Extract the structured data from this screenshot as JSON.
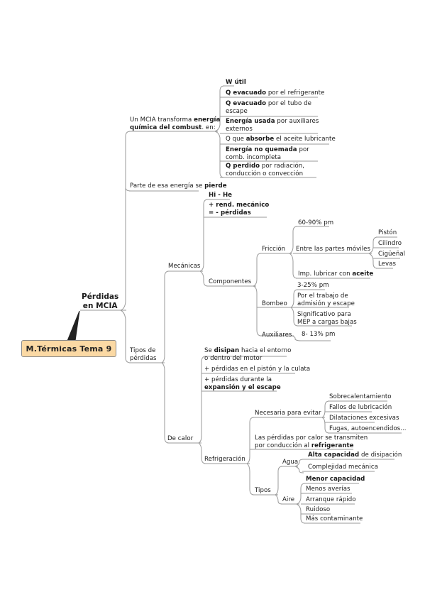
{
  "root": "M.Térmicas Tema 9",
  "central": "Pérdidas\nen MCIA",
  "branches": {
    "transforma": {
      "label_parts": [
        {
          "t": "Un MCIA transforma ",
          "b": false
        },
        {
          "t": "energía",
          "b": true
        },
        {
          "t": "\n",
          "b": false
        },
        {
          "t": "química del combust",
          "b": true
        },
        {
          "t": ". en:",
          "b": false
        }
      ],
      "items": [
        [
          {
            "t": "W útil",
            "b": true
          }
        ],
        [
          {
            "t": "Q evacuado",
            "b": true
          },
          {
            "t": " por el refrigerante",
            "b": false
          }
        ],
        [
          {
            "t": "Q evacuado",
            "b": true
          },
          {
            "t": " por el tubo de\nescape",
            "b": false
          }
        ],
        [
          {
            "t": "Energía usada",
            "b": true
          },
          {
            "t": " por auxiliares\nexternos",
            "b": false
          }
        ],
        [
          {
            "t": "Q que ",
            "b": false
          },
          {
            "t": "absorbe",
            "b": true
          },
          {
            "t": " el aceite lubricante",
            "b": false
          }
        ],
        [
          {
            "t": "Energía no quemada",
            "b": true
          },
          {
            "t": " por\ncomb. incompleta",
            "b": false
          }
        ],
        [
          {
            "t": "Q perdido",
            "b": true
          },
          {
            "t": " por radiación,\nconducción o convección",
            "b": false
          }
        ]
      ]
    },
    "pierde": [
      {
        "t": "Parte de esa energía se ",
        "b": false
      },
      {
        "t": "pierde",
        "b": true
      }
    ],
    "tipos": {
      "label": "Tipos de\npérdidas",
      "mecanicas": {
        "label": "Mecánicas",
        "hi_he": [
          {
            "t": "Hi - He",
            "b": true
          }
        ],
        "rend": [
          {
            "t": "+ rend. mecánico\n= - pérdidas",
            "b": true
          }
        ],
        "componentes": {
          "label": "Componentes",
          "friccion": {
            "label": "Fricción",
            "pct": "60-90% pm",
            "moviles": "Entre las partes móviles",
            "piezas": [
              "Pistón",
              "Cilindro",
              "Cigüeñal",
              "Levas"
            ],
            "lubricar": [
              {
                "t": "Imp. lubricar con ",
                "b": false
              },
              {
                "t": "aceite",
                "b": true
              }
            ]
          },
          "bombeo": {
            "label": "Bombeo",
            "pct": "3-25% pm",
            "trabajo": "Por el trabajo de\nadmisión y escape",
            "significativo": "Significativo para\nMEP a cargas bajas"
          },
          "auxiliares": {
            "label": "Auxiliares",
            "pct": "8- 13% pm"
          }
        }
      },
      "calor": {
        "label": "De calor",
        "disipan": [
          {
            "t": "Se ",
            "b": false
          },
          {
            "t": "disipan",
            "b": true
          },
          {
            "t": " hacia el entorno\no dentro del motor",
            "b": false
          }
        ],
        "piston": [
          {
            "t": "+ pérdidas en el pistón y la culata",
            "b": false
          }
        ],
        "expansion": [
          {
            "t": "+ pérdidas durante la\n",
            "b": false
          },
          {
            "t": "expansión y el escape",
            "b": true
          }
        ],
        "refrigeracion": {
          "label": "Refrigeración",
          "necesaria": {
            "label": "Necesaria para evitar",
            "items": [
              "Sobrecalentamiento",
              "Fallos de lubricación",
              "Dilataciones excesivas",
              "Fugas, autoencendidos..."
            ]
          },
          "perdidas": [
            {
              "t": "Las pérdidas por calor se transmiten\npor conducción al ",
              "b": false
            },
            {
              "t": "refrigerante",
              "b": true
            }
          ],
          "tipos": {
            "label": "Tipos",
            "agua": {
              "label": "Agua",
              "items": [
                [
                  {
                    "t": "Alta capacidad",
                    "b": true
                  },
                  {
                    "t": " de disipación",
                    "b": false
                  }
                ],
                [
                  {
                    "t": "Complejidad mecánica",
                    "b": false
                  }
                ]
              ]
            },
            "aire": {
              "label": "Aire",
              "items": [
                [
                  {
                    "t": "Menor capacidad",
                    "b": true
                  }
                ],
                [
                  {
                    "t": "Menos averías",
                    "b": false
                  }
                ],
                [
                  {
                    "t": "Arranque rápido",
                    "b": false
                  }
                ],
                [
                  {
                    "t": "Ruidoso",
                    "b": false
                  }
                ],
                [
                  {
                    "t": "Más contaminante",
                    "b": false
                  }
                ]
              ]
            }
          }
        }
      }
    }
  }
}
